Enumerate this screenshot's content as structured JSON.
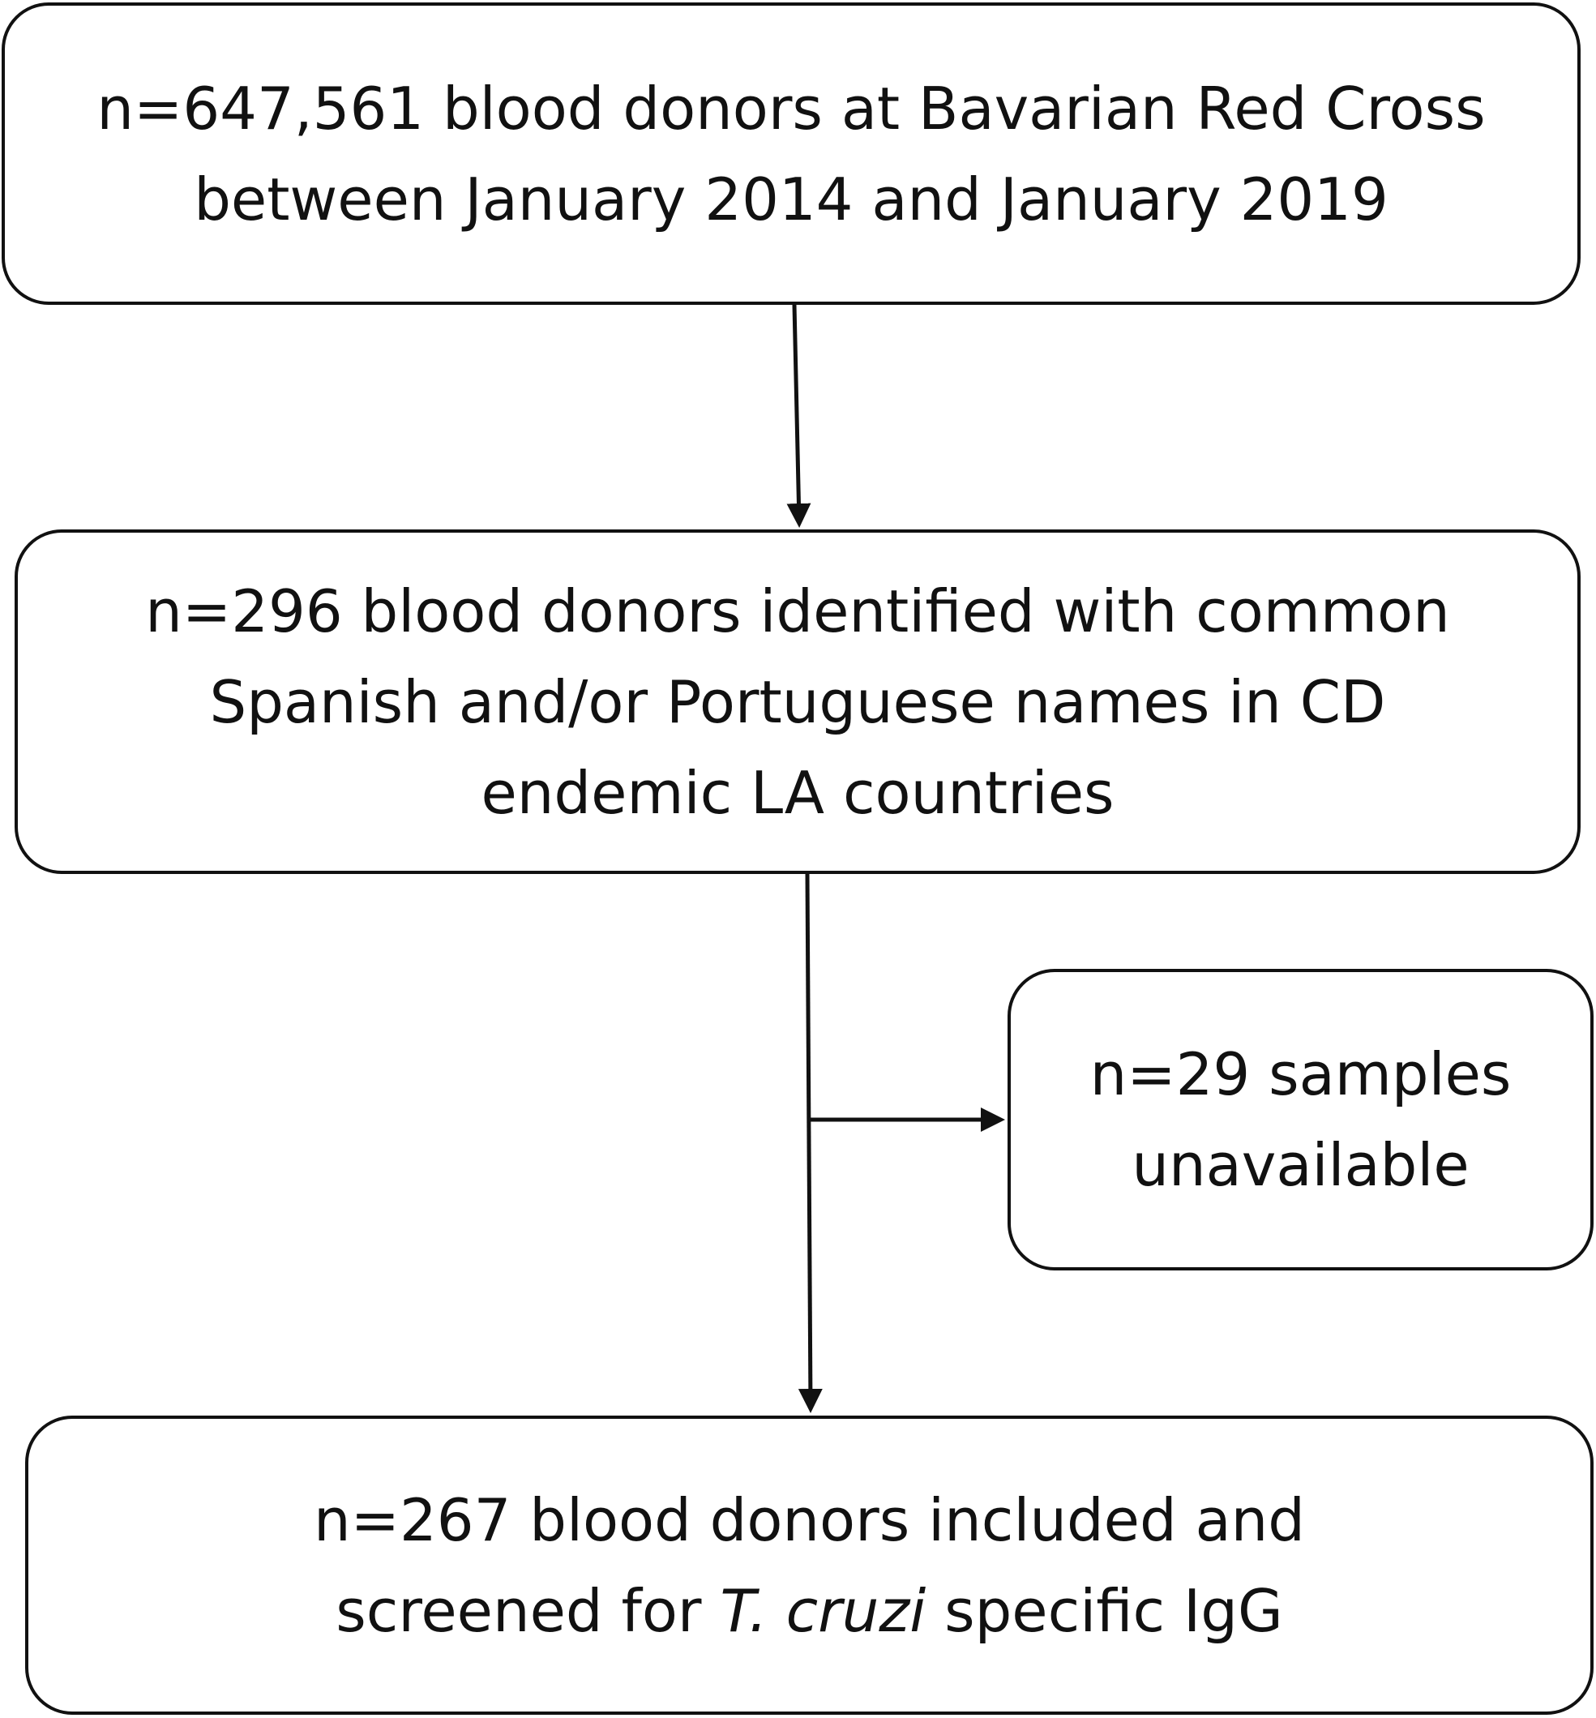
{
  "flowchart": {
    "top_box": {
      "lines": [
        "n=647,561 blood donors at Bavarian Red Cross",
        "between January 2014 and January 2019"
      ]
    },
    "middle_box": {
      "lines": [
        "n=296 blood donors identified with common",
        "Spanish and/or Portuguese names in CD",
        "endemic LA countries"
      ]
    },
    "side_box": {
      "lines": [
        "n=29 samples",
        "unavailable"
      ]
    },
    "bottom_box": {
      "line1": "n=267 blood donors included and",
      "line2_prefix": "screened for ",
      "line2_italic": "T. cruzi",
      "line2_suffix": " specific IgG"
    }
  }
}
